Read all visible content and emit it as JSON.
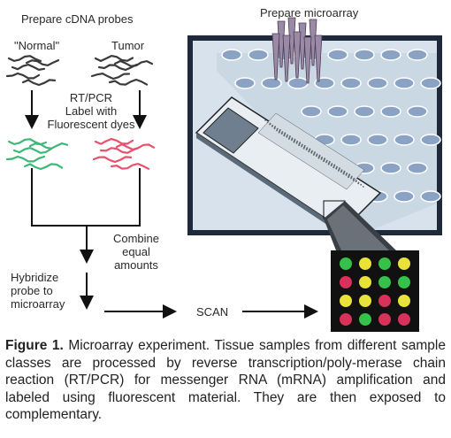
{
  "labels": {
    "prepare_probes": "Prepare cDNA probes",
    "normal": "\"Normal\"",
    "tumor": "Tumor",
    "rtpcr_line1": "RT/PCR",
    "rtpcr_line2": "Label with",
    "rtpcr_line3": "Fluorescent dyes",
    "combine_line1": "Combine",
    "combine_line2": "equal",
    "combine_line3": "amounts",
    "hybridize_line1": "Hybridize",
    "hybridize_line2": "probe to",
    "hybridize_line3": "microarray",
    "scan": "SCAN",
    "prepare_microarray": "Prepare microarray"
  },
  "caption": {
    "figure_label": "Figure 1.",
    "text": " Microarray experiment. Tissue samples from different sample classes are processed by reverse transcription/poly-merase chain reaction (RT/PCR) for messenger RNA (mRNA) amplification and labeled using fluorescent material. They are then exposed to complementary."
  },
  "colors": {
    "dark_strands": "#3a3a3a",
    "normal_dye": "#3cb878",
    "tumor_dye": "#e8506e",
    "plate_bg": "#cfdbe6",
    "plate_frame": "#1e2a3a",
    "well": "#8aa3c4",
    "pins": "#9b8aa6",
    "scan_panel": "#111111",
    "spot_green": "#35c24a",
    "spot_yellow": "#e8e23a",
    "spot_red": "#d8325a"
  },
  "scan_grid": [
    [
      "green",
      "yellow",
      "green",
      "yellow"
    ],
    [
      "red",
      "yellow",
      "green",
      "green"
    ],
    [
      "yellow",
      "yellow",
      "red",
      "yellow"
    ],
    [
      "red",
      "green",
      "red",
      "red"
    ]
  ]
}
